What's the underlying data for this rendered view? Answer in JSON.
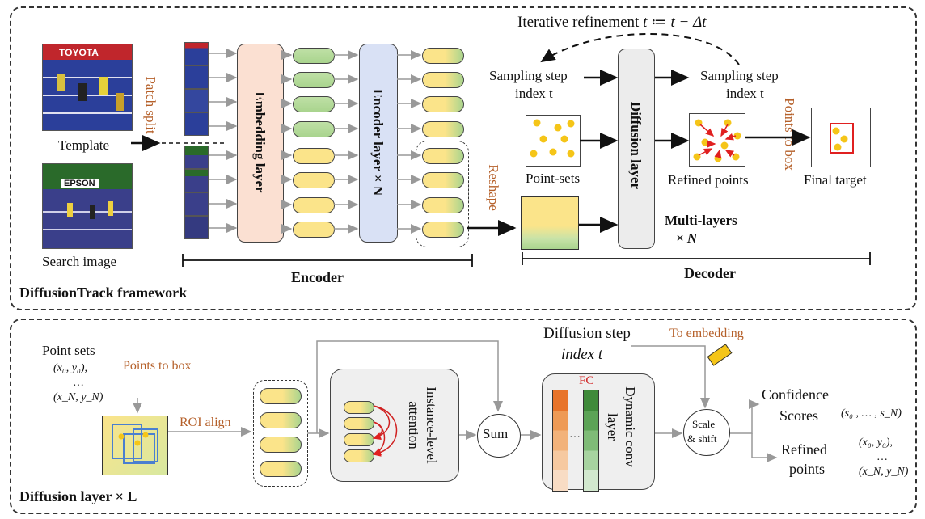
{
  "top_panel": {
    "title": "DiffusionTrack framework",
    "template_label": "Template",
    "search_label": "Search image",
    "patch_split": "Patch split",
    "embedding_layer": "Embedding layer",
    "encoder_layer": "Encoder layer × N",
    "encoder_label": "Encoder",
    "reshape": "Reshape",
    "iterative": "Iterative refinement",
    "iterative_formula": "t ≔ t − Δt",
    "sampling_in_1": "Sampling step",
    "sampling_in_2": "index t",
    "sampling_out_1": "Sampling step",
    "sampling_out_2": "index t",
    "diffusion_layer": "Diffusion layer",
    "point_sets": "Point-sets",
    "refined_points": "Refined points",
    "points_to_box": "Points to box",
    "final_target": "Final target",
    "multi_layers_1": "Multi-layers",
    "multi_layers_2": "× N",
    "decoder_label": "Decoder",
    "photo_template_text": "TOYOTA",
    "photo_search_text": "EPSON"
  },
  "bottom_panel": {
    "title": "Diffusion layer × L",
    "point_sets": "Point sets",
    "coord_first": "(x₀, y₀),",
    "coord_dots": "…",
    "coord_last": "(x_N, y_N)",
    "points_to_box": "Points to box",
    "roi_align": "ROI align",
    "instance_attention_1": "Instance-level",
    "instance_attention_2": "attention",
    "sum": "Sum",
    "diffusion_step_1": "Diffusion step",
    "diffusion_step_2": "index  t",
    "to_embedding": "To embedding",
    "fc": "FC",
    "dynamic_conv_1": "Dynamic conv",
    "dynamic_conv_2": "layer",
    "ellipsis": "…",
    "scale_shift_1": "Scale",
    "scale_shift_2": "& shift",
    "confidence_1": "Confidence",
    "confidence_2": "Scores",
    "scores": "(s₀ , … , s_N)",
    "refined_1": "Refined",
    "refined_2": "points",
    "refined_coord_first": "(x₀, y₀),",
    "refined_coord_dots": "…",
    "refined_coord_last": "(x_N, y_N)"
  },
  "colors": {
    "orange_text": "#b5602a",
    "embedding_fill": "#fbe0d2",
    "encoder_fill": "#d9e1f5",
    "token_green": "#a9d48e",
    "token_yellow": "#fbe48a",
    "point_yellow": "#f5c518",
    "box_red": "#e02020",
    "panel_gray": "#f0f0f0"
  }
}
